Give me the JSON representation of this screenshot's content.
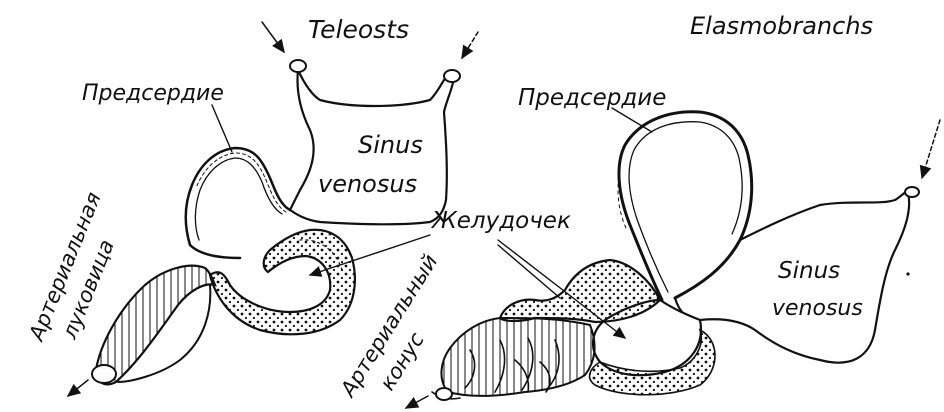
{
  "titles": {
    "teleosts": "Teleosts",
    "elasmobranchs": "Elasmobranchs"
  },
  "labels": {
    "atrium_left": "Предсердие",
    "atrium_right": "Предсердие",
    "sinus_left_1": "Sinus",
    "sinus_left_2": "venosus",
    "sinus_right_1": "Sinus",
    "sinus_right_2": "venosus",
    "ventricle": "Желудочек",
    "bulbus_1": "Артериальная",
    "bulbus_2": "луковица",
    "conus_1": "Артериальный",
    "conus_2": "конус"
  }
}
